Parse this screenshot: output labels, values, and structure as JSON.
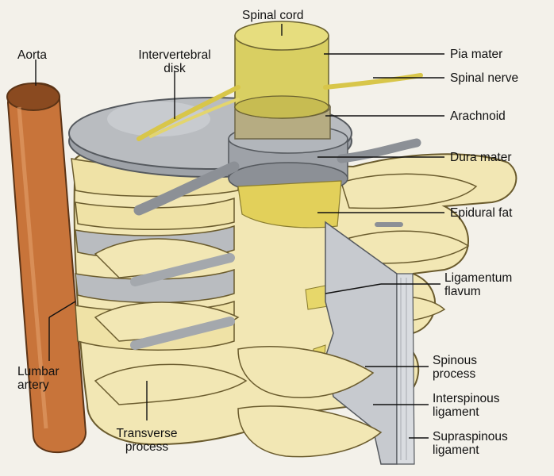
{
  "labels": {
    "spinal_cord": "Spinal cord",
    "aorta": "Aorta",
    "intervertebral_disk": [
      "Intervertebral",
      "disk"
    ],
    "pia_mater": "Pia mater",
    "spinal_nerve": "Spinal nerve",
    "arachnoid": "Arachnoid",
    "dura_mater": "Dura mater",
    "epidural_fat": "Epidural fat",
    "ligamentum_flavum": [
      "Ligamentum",
      "flavum"
    ],
    "lumbar_artery": [
      "Lumbar",
      "artery"
    ],
    "spinous_process": [
      "Spinous",
      "process"
    ],
    "interspinous_ligament": [
      "Interspinous",
      "ligament"
    ],
    "transverse_process": [
      "Transverse",
      "process"
    ],
    "supraspinous_ligament": [
      "Supraspinous",
      "ligament"
    ]
  },
  "colors": {
    "background": "#f3f1ea",
    "bone": "#f2e7b4",
    "bone_outline": "#6b5c2e",
    "disk": "#b9bcc0",
    "dura": "#9ea2a8",
    "spinal_cord": "#d9cf62",
    "arachnoid": "#b6ac82",
    "aorta": "#c8743a",
    "fat": "#e2d05a",
    "ligament": "#c7cacf",
    "leader": "#111111"
  }
}
